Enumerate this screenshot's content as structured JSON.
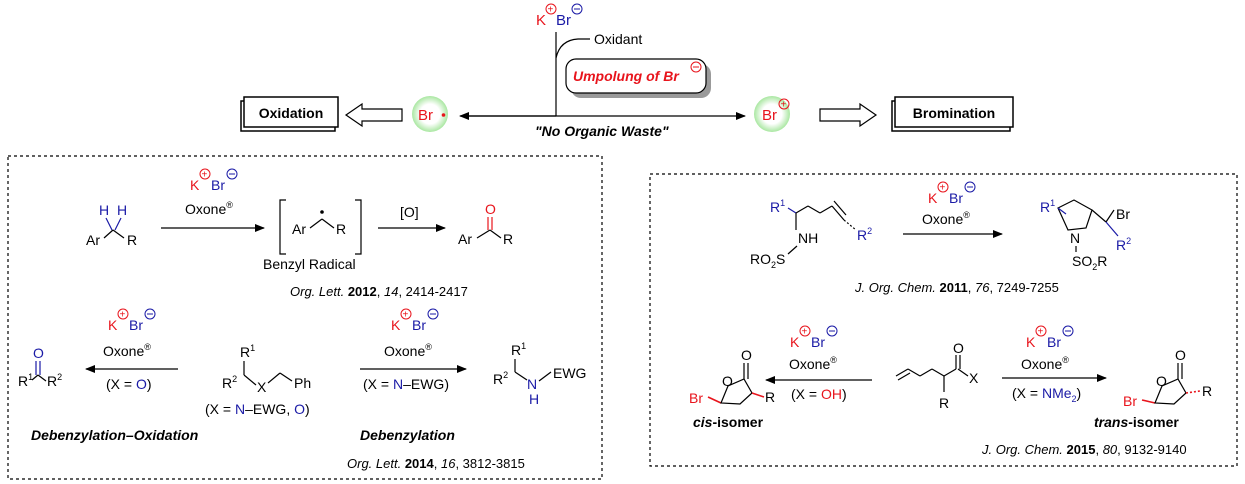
{
  "colors": {
    "red": "#e8141c",
    "blue": "#1a1aa6",
    "black": "#000000",
    "green_glow": "#b6ecb0"
  },
  "top": {
    "k_label": "K",
    "br_label": "Br",
    "oxidant": "Oxidant",
    "umpolung_prefix": "Umpolung of ",
    "umpolung_br": "Br",
    "no_waste": "\"No Organic Waste\"",
    "br_radical": "Br",
    "br_cation": "Br",
    "oxidation": "Oxidation",
    "bromination": "Bromination"
  },
  "left": {
    "k": "K",
    "br": "Br",
    "oxone": "Oxone",
    "reg": "®",
    "sm_h1": "H",
    "sm_h2": "H",
    "sm_ar": "Ar",
    "sm_r": "R",
    "int_ar": "Ar",
    "int_r": "R",
    "benzyl_radical": "Benzyl Radical",
    "o_cond": "[O]",
    "prod_o": "O",
    "prod_ar": "Ar",
    "prod_r": "R",
    "ref1_journal": "Org. Lett.",
    "ref1_year": "2012",
    "ref1_vol": "14",
    "ref1_pages": ", 2414-2417",
    "ketone_o": "O",
    "ketone_r1": "R",
    "ketone_r1_sup": "1",
    "ketone_r2": "R",
    "ketone_r2_sup": "2",
    "x_eq_o_open": "(X = ",
    "x_eq_o_val": "O",
    "close": ")",
    "center_r1": "R",
    "center_r1_sup": "1",
    "center_r2": "R",
    "center_r2_sup": "2",
    "center_x": "X",
    "center_ph": "Ph",
    "center_cond_open": "(X = ",
    "center_cond_n": "N",
    "center_cond_mid": "–EWG, ",
    "center_cond_o": "O",
    "center_cond_close": ")",
    "x_eq_n_open": "(X = ",
    "x_eq_n_val": "N",
    "x_eq_n_rest": "–EWG)",
    "amine_r1": "R",
    "amine_r1_sup": "1",
    "amine_r2": "R",
    "amine_r2_sup": "2",
    "amine_n": "N",
    "amine_h": "H",
    "amine_ewg": "EWG",
    "label_debenz_ox": "Debenzylation–Oxidation",
    "label_debenz": "Debenzylation",
    "ref2_journal": "Org. Lett.",
    "ref2_year": "2014",
    "ref2_vol": "16",
    "ref2_pages": ", 3812-3815"
  },
  "right": {
    "k": "K",
    "br": "Br",
    "oxone": "Oxone",
    "reg": "®",
    "sm_r1": "R",
    "sm_r1_sup": "1",
    "sm_nh": "NH",
    "sm_ro2s": "RO",
    "sm_ro2s_sub": "2",
    "sm_s": "S",
    "sm_r2": "R",
    "sm_r2_sup": "2",
    "pr_r1": "R",
    "pr_r1_sup": "1",
    "pr_n": "N",
    "pr_br": "Br",
    "pr_r2": "R",
    "pr_r2_sup": "2",
    "pr_so2r": "SO",
    "pr_so2r_sub": "2",
    "pr_so2r_end": "R",
    "ref1_journal": "J. Org. Chem.",
    "ref1_year": "2011",
    "ref1_vol": "76",
    "ref1_pages": ", 7249-7255",
    "cis_br": "Br",
    "cis_o1": "O",
    "cis_o2": "O",
    "cis_r": "R",
    "cis_label_b": "cis",
    "cis_label": "-isomer",
    "cond_oh_open": "(X = ",
    "cond_oh_val": "OH",
    "cond_close": ")",
    "sm_o": "O",
    "sm_x": "X",
    "sm_r": "R",
    "cond_nme_open": "(X = ",
    "cond_nme_val": "NMe",
    "cond_nme_sub": "2",
    "trans_br": "Br",
    "trans_o1": "O",
    "trans_o2": "O",
    "trans_r": "R",
    "trans_label_b": "trans",
    "trans_label": "-isomer",
    "ref2_journal": "J. Org. Chem.",
    "ref2_year": "2015",
    "ref2_vol": "80",
    "ref2_pages": ", 9132-9140"
  }
}
